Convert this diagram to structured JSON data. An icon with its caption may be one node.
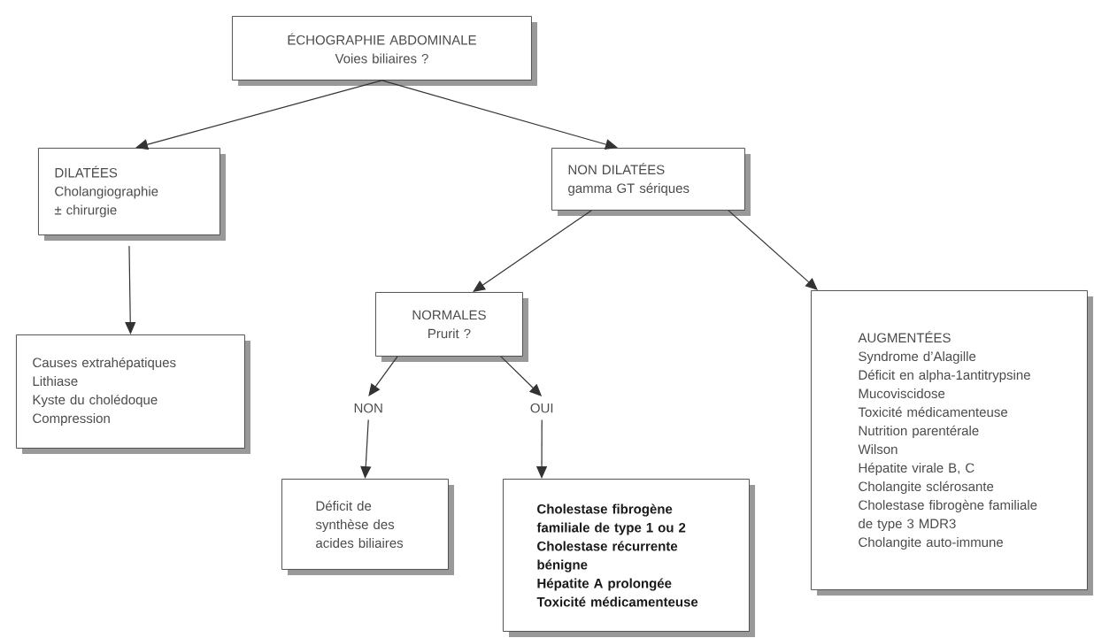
{
  "diagram": {
    "nodes": [
      {
        "text": [
          "ÉCHOGRAPHIE ABDOMINALE",
          "Voies biliaires ?"
        ]
      },
      {
        "text": [
          "DILATÉES",
          "Cholangiographie",
          "± chirurgie"
        ]
      },
      {
        "text": [
          "NON DILATÉES",
          "gamma GT sériques"
        ]
      },
      {
        "text": [
          "Causes extrahépatiques",
          "Lithiase",
          "Kyste du cholédoque",
          "Compression"
        ]
      },
      {
        "text": [
          "NORMALES",
          "Prurit ?"
        ]
      },
      {
        "text": [
          "NON"
        ]
      },
      {
        "text": [
          "OUI"
        ]
      },
      {
        "text": [
          "Déficit de synthèse des acides biliaires"
        ]
      },
      {
        "text": [
          "Cholestase fibrogène familiale de type 1 ou 2",
          "Cholestase récurrente bénigne",
          "Hépatite A prolongée",
          "Toxicité médicamenteuse"
        ]
      },
      {
        "text": [
          "AUGMENTÉES",
          "Syndrome d’Alagille",
          "Déficit en alpha-1antitrypsine",
          "Mucoviscidose",
          "Toxicité médicamenteuse",
          "Nutrition parentérale",
          "Wilson",
          "Hépatite virale B, C",
          "Cholangite sclérosante",
          "Cholestase fibrogène familiale de type 3 MDR3",
          "Cholangite auto-immune"
        ]
      }
    ],
    "edges": [
      {
        "from": 0,
        "to": 1,
        "arrow": "to"
      },
      {
        "from": 0,
        "to": 2,
        "arrow": "to"
      },
      {
        "from": 1,
        "to": 3,
        "arrow": "to"
      },
      {
        "from": 2,
        "to": 4,
        "arrow": "to"
      },
      {
        "from": 2,
        "to": 9,
        "arrow": "to"
      },
      {
        "from": 4,
        "to": 5,
        "arrow": "to"
      },
      {
        "from": 4,
        "to": 6,
        "arrow": "to"
      },
      {
        "from": 5,
        "to": 7,
        "arrow": "to"
      },
      {
        "from": 6,
        "to": 8,
        "arrow": "to"
      }
    ]
  }
}
